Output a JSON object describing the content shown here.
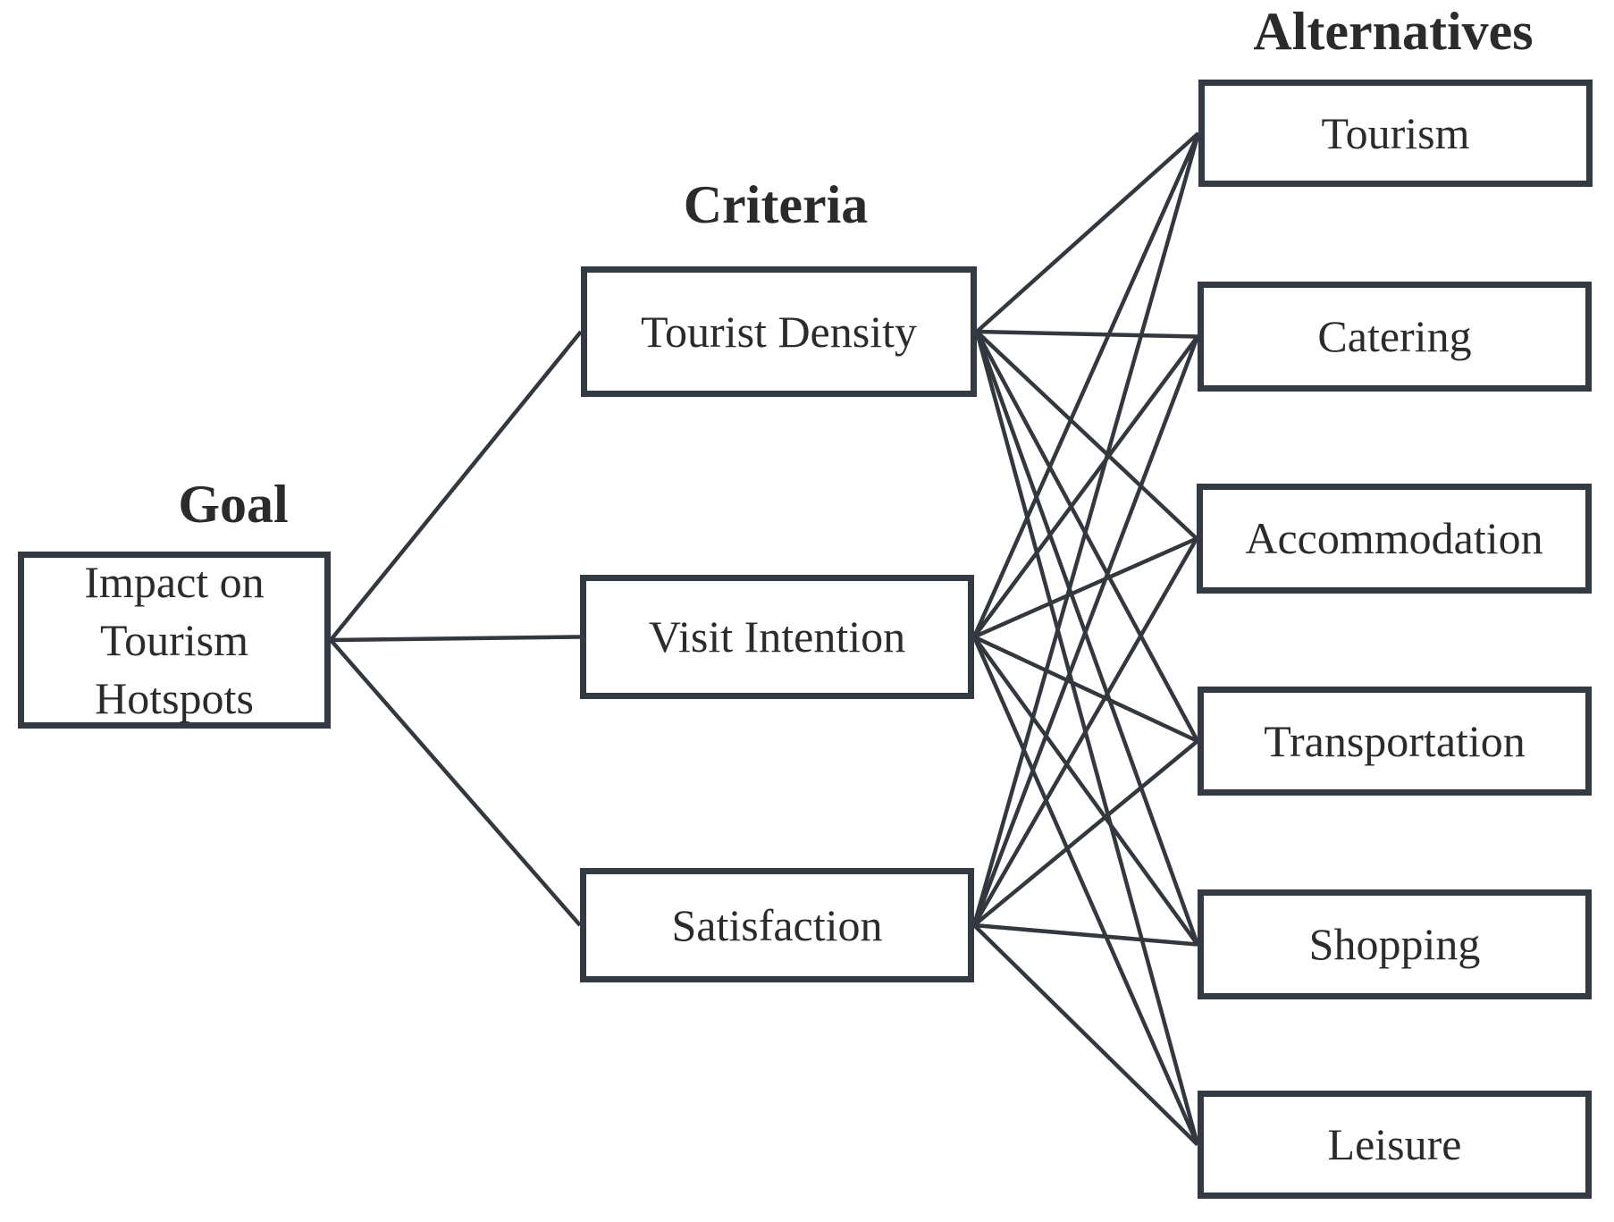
{
  "diagram": {
    "type": "hierarchy",
    "title_headings": {
      "goal": "Goal",
      "criteria": "Criteria",
      "alternatives": "Alternatives"
    },
    "nodes": {
      "goal": {
        "id": "goal",
        "label": "Impact on\nTourism Hotspots"
      },
      "criteria": [
        {
          "id": "c0",
          "label": "Tourist Density"
        },
        {
          "id": "c1",
          "label": "Visit Intention"
        },
        {
          "id": "c2",
          "label": "Satisfaction"
        }
      ],
      "alternatives": [
        {
          "id": "a0",
          "label": "Tourism"
        },
        {
          "id": "a1",
          "label": "Catering"
        },
        {
          "id": "a2",
          "label": "Accommodation"
        },
        {
          "id": "a3",
          "label": "Transportation"
        },
        {
          "id": "a4",
          "label": "Shopping"
        },
        {
          "id": "a5",
          "label": "Leisure"
        }
      ]
    },
    "edges": [
      [
        "goal",
        "c0"
      ],
      [
        "goal",
        "c1"
      ],
      [
        "goal",
        "c2"
      ],
      [
        "c0",
        "a0"
      ],
      [
        "c0",
        "a1"
      ],
      [
        "c0",
        "a2"
      ],
      [
        "c0",
        "a3"
      ],
      [
        "c0",
        "a4"
      ],
      [
        "c0",
        "a5"
      ],
      [
        "c1",
        "a0"
      ],
      [
        "c1",
        "a1"
      ],
      [
        "c1",
        "a2"
      ],
      [
        "c1",
        "a3"
      ],
      [
        "c1",
        "a4"
      ],
      [
        "c1",
        "a5"
      ],
      [
        "c2",
        "a0"
      ],
      [
        "c2",
        "a1"
      ],
      [
        "c2",
        "a2"
      ],
      [
        "c2",
        "a3"
      ],
      [
        "c2",
        "a4"
      ],
      [
        "c2",
        "a5"
      ]
    ],
    "colors": {
      "background": "#ffffff",
      "box_border": "#333a43",
      "connector": "#33383e",
      "text": "#2b2b2b"
    }
  }
}
